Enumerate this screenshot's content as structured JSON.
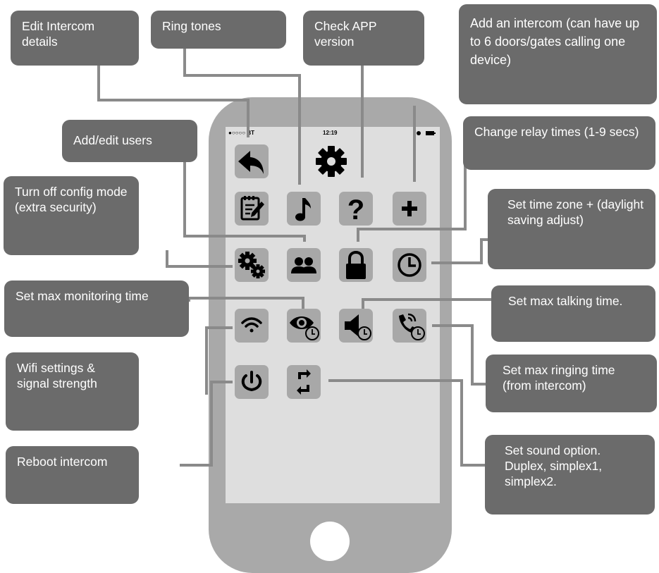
{
  "status_bar": {
    "carrier": "●○○○○ BT ",
    "time": "12:19"
  },
  "callouts": {
    "edit_intercom": "Edit Intercom details",
    "ring_tones": "Ring tones",
    "check_app": "Check APP version",
    "add_intercom": "Add an intercom (can have up to 6 doors/gates calling one device)",
    "add_users": "Add/edit users",
    "relay_times": "Change relay times (1-9 secs)",
    "config_mode": "Turn off config mode (extra security)",
    "time_zone": "Set time zone + (daylight saving adjust)",
    "monitoring": "Set max monitoring time",
    "talking": "Set max talking time.",
    "wifi": "Wifi settings & signal strength",
    "ringing": "Set max ringing time (from intercom)",
    "reboot": "Reboot intercom",
    "sound": "Set sound option. Duplex, simplex1, simplex2."
  },
  "icons": [
    "back-arrow-icon",
    "gear-icon",
    "notepad-pencil-icon",
    "music-note-icon",
    "question-mark-icon",
    "plus-icon",
    "gears-icon",
    "users-icon",
    "padlock-icon",
    "clock-icon",
    "wifi-icon",
    "eye-timer-icon",
    "speaker-timer-icon",
    "phone-timer-icon",
    "power-icon",
    "rotate-arrows-icon"
  ],
  "colors": {
    "callout": "#6b6b6b",
    "phone": "#a9a9a9",
    "screen": "#dedede",
    "tile": "#a8a8a8",
    "line": "#8a8a8a"
  }
}
